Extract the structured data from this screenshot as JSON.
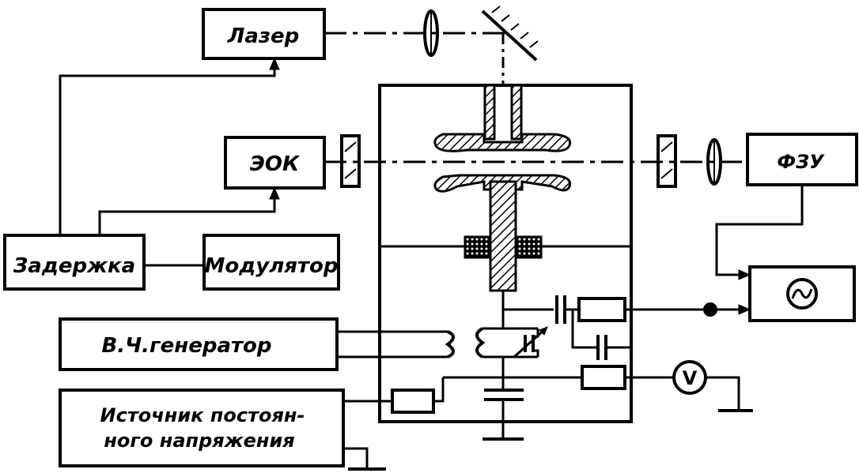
{
  "blocks": {
    "laser": "Лазер",
    "eok": "ЭОК",
    "fzu": "ФЗУ",
    "delay": "Задержка",
    "modulator": "Модулятор",
    "rf_generator": "В.Ч.генератор",
    "dc_source_line1": "Источник постоян-",
    "dc_source_line2": "ного напряжения",
    "voltmeter": "V"
  },
  "colors": {
    "ink": "#000000",
    "background": "#ffffff"
  }
}
